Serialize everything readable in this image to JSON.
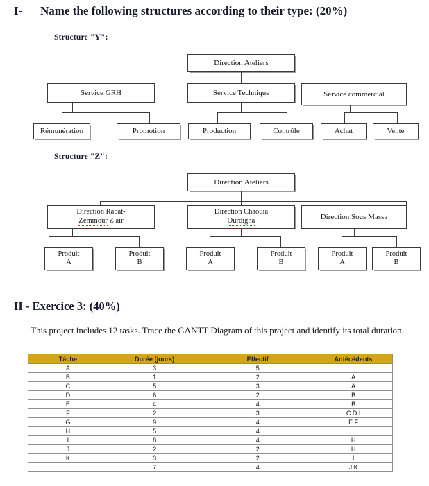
{
  "section1": {
    "number": "I-",
    "title": "Name the following structures according to their type: (20%)",
    "structure_y_label": "Structure \"Y\":",
    "structure_z_label": "Structure \"Z\":"
  },
  "chart_y": {
    "root": "Direction Ateliers",
    "level2": [
      "Service GRH",
      "Service Technique",
      "Service commercial"
    ],
    "level3": [
      "Rémunération",
      "Promotion",
      "Production",
      "Contrôle",
      "Achat",
      "Vente"
    ]
  },
  "chart_z": {
    "root": "Direction Ateliers",
    "level2": [
      {
        "line1": "Direction Rabat-",
        "line2_a": "Zemmour",
        "line2_b": " Z air"
      },
      {
        "line1": "Direction Chaouia",
        "line2_a": "Ourdigha",
        "line2_b": ""
      },
      {
        "line1": "Direction Sous Massa",
        "line2_a": "",
        "line2_b": ""
      }
    ],
    "level3": [
      {
        "l1": "Produit",
        "l2": "A"
      },
      {
        "l1": "Produit",
        "l2": "B"
      },
      {
        "l1": "Produit",
        "l2": "A"
      },
      {
        "l1": "Produit",
        "l2": "B"
      },
      {
        "l1": "Produit",
        "l2": "A"
      },
      {
        "l1": "Produit",
        "l2": "B"
      }
    ]
  },
  "section2": {
    "title": "II - Exercice 3: (40%)",
    "paragraph": "This project includes 12 tasks. Trace the GANTT Diagram of this project and identify its total duration."
  },
  "chart_data": {
    "type": "table",
    "title": "",
    "header_color": "#D5A614",
    "columns": [
      "Tâche",
      "Durée (jours)",
      "Effectif",
      "Antécédents"
    ],
    "rows": [
      [
        "A",
        "3",
        "5",
        ""
      ],
      [
        "B",
        "1",
        "2",
        "A"
      ],
      [
        "C",
        "5",
        "3",
        "A"
      ],
      [
        "D",
        "6",
        "2",
        "B"
      ],
      [
        "E",
        "4",
        "4",
        "B"
      ],
      [
        "F",
        "2",
        "3",
        "C.D.I"
      ],
      [
        "G",
        "9",
        "4",
        "E.F"
      ],
      [
        "H",
        "5",
        "4",
        ""
      ],
      [
        "I",
        "8",
        "4",
        "H"
      ],
      [
        "J",
        "2",
        "2",
        "H"
      ],
      [
        "K",
        "3",
        "2",
        "I"
      ],
      [
        "L",
        "7",
        "4",
        "J.K"
      ]
    ]
  }
}
